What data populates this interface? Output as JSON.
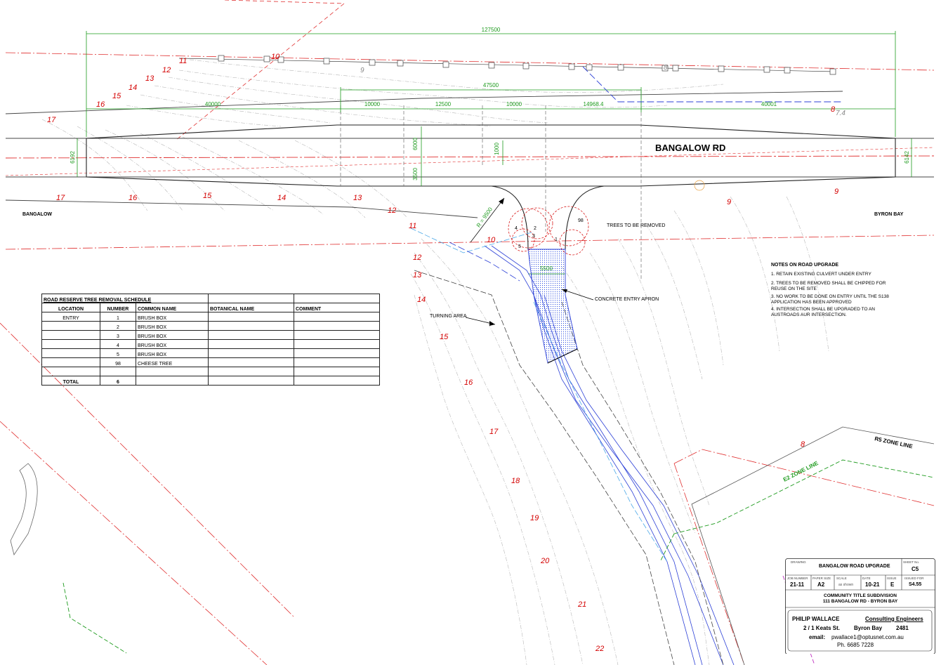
{
  "drawing": {
    "road_name": "BANGALOW RD",
    "place_left": "BANGALOW",
    "place_right": "BYRON BAY",
    "dimensions": {
      "overall": "127500",
      "taper_section": "47500",
      "seg_a": "40000",
      "seg_b": "10000",
      "seg_c": "12500",
      "seg_d": "10000",
      "seg_e": "14968.4",
      "seg_f": "40001",
      "width_left": "6192",
      "width_right": "6142",
      "lane_6000": "6000",
      "lane_3500": "3500",
      "offset_1000": "1000",
      "entry_width": "5500",
      "radius": "R = 9500"
    },
    "labels": {
      "trees_removed": "TREES TO BE REMOVED",
      "concrete_apron": "CONCRETE ENTRY APRON",
      "turning_area": "TURNING AREA",
      "r5_zone": "R5 ZONE LINE",
      "e2_zone": "E2 ZONE LINE"
    },
    "tree_numbers": [
      "1",
      "2",
      "3",
      "4",
      "5",
      "98"
    ],
    "contours": [
      "8",
      "9",
      "10",
      "11",
      "12",
      "13",
      "14",
      "15",
      "16",
      "17",
      "18",
      "19",
      "20",
      "21",
      "22"
    ],
    "spot_level": "7.4"
  },
  "notes": {
    "title": "NOTES ON ROAD UPGRADE",
    "items": [
      "1. RETAIN EXISTING CULVERT UNDER ENTRY",
      "2. TREES TO BE REMOVED SHALL BE CHIPPED FOR REUSE ON THE SITE",
      "3. NO WORK TO BE DONE ON ENTRY UNTIL THE S138 APPLICATION HAS BEEN APPROVED",
      "4. INTERSECTION SHALL BE UPGRADED TO AN AUSTROADS AUR  INTERSECTION."
    ]
  },
  "schedule": {
    "title": "ROAD RESERVE TREE REMOVAL SCHEDULE",
    "headers": [
      "LOCATION",
      "NUMBER",
      "COMMON NAME",
      "BOTANICAL NAME",
      "COMMENT"
    ],
    "rows": [
      [
        "ENTRY",
        "1",
        "BRUSH BOX",
        "",
        ""
      ],
      [
        "",
        "2",
        "BRUSH BOX",
        "",
        ""
      ],
      [
        "",
        "3",
        "BRUSH BOX",
        "",
        ""
      ],
      [
        "",
        "4",
        "BRUSH BOX",
        "",
        ""
      ],
      [
        "",
        "5",
        "BRUSH BOX",
        "",
        ""
      ],
      [
        "",
        "98",
        "CHEESE TREE",
        "",
        ""
      ],
      [
        "",
        "",
        "",
        "",
        ""
      ]
    ],
    "total_label": "TOTAL",
    "total_value": "6"
  },
  "title_block": {
    "drawing_caption": "DRAWING",
    "drawing_title": "BANGALOW ROAD UPGRADE",
    "sheet_caption": "SHEET No.",
    "sheet_no": "C5",
    "job_caption": "JOB NUMBER",
    "job_number": "21-11",
    "paper_caption": "PAPER SIZE",
    "paper_size": "A2",
    "scale_caption": "SCALE",
    "scale": "as shown",
    "date_caption": "DATE",
    "date": "10-21",
    "issue_caption": "ISSUE",
    "issue": "E",
    "issued_caption": "ISSUED FOR",
    "issued_for": "S4.55",
    "project_line1": "COMMUNITY TITLE SUBDIVISION",
    "project_line2": "111 BANGALOW RD - BYRON BAY",
    "firm": "PHILIP  WALLACE",
    "firm_type": "Consulting Engineers",
    "address": "2 / 1   Keats  St.",
    "town": "Byron Bay",
    "postcode": "2481",
    "email_label": "email:",
    "email": "pwallace1@optusnet.com.au",
    "phone": "Ph. 6685 7228"
  },
  "colors": {
    "contour_major": "#d40000",
    "dimension": "#1e9b1e",
    "boundary": "#e03030",
    "pipe": "#2b3fd6",
    "drain": "#4aa8e8",
    "apron_fill": "#3050e0"
  }
}
